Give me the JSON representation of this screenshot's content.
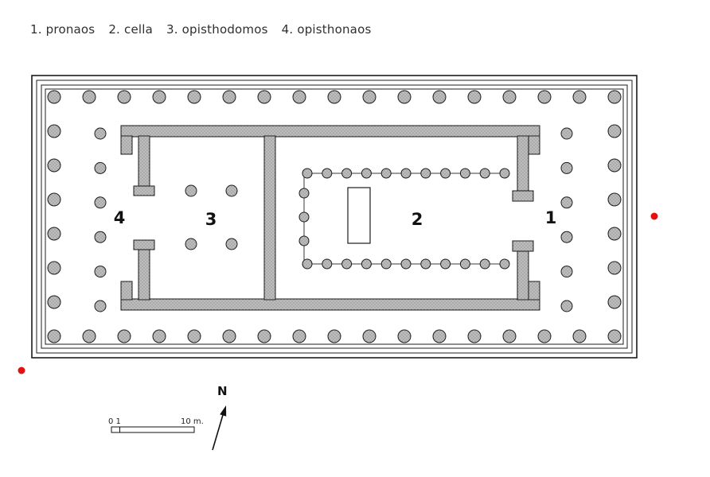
{
  "legend": {
    "items": [
      {
        "label": "1. pronaos"
      },
      {
        "label": "2. cella"
      },
      {
        "label": "3. opisthodomos"
      },
      {
        "label": "4. opisthonaos"
      }
    ]
  },
  "plan": {
    "room_labels": {
      "pronaos": "1",
      "cella": "2",
      "opisthodomos": "3",
      "opisthonaos": "4"
    },
    "peristyle_columns": {
      "long_side": 17,
      "short_side": 8
    },
    "porch_columns_per_end": 6,
    "opisthodomos_interior_columns": 4,
    "cella_colonnade": {
      "north_row": 11,
      "south_row": 11,
      "west_row": 3
    },
    "colors": {
      "masonry_gray": "#bdbdbd",
      "stipple_dot": "#7f7f7f",
      "outline": "#1c1c1c",
      "marker_red": "#e01212"
    }
  },
  "compass": {
    "label": "N"
  },
  "scale_bar": {
    "zero_label": "0 1",
    "ten_label": "10 m."
  }
}
